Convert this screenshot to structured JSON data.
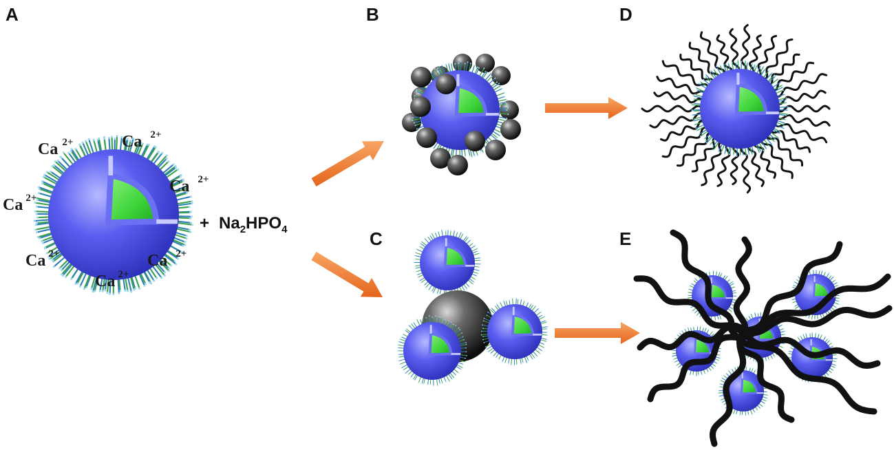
{
  "panels": {
    "a": "A",
    "b": "B",
    "c": "C",
    "d": "D",
    "e": "E"
  },
  "ions": {
    "symbol": "Ca",
    "charge": "2+"
  },
  "reagent": {
    "plus": "+",
    "part1": "Na",
    "sub1": "2",
    "part2": "HPO",
    "sub2": "4"
  },
  "colors": {
    "shell": "#4a4ee6",
    "core": "#3ed43a",
    "arrow": "#ef7a2c",
    "particle": "#2a2a2a",
    "polymer": "#111111"
  }
}
